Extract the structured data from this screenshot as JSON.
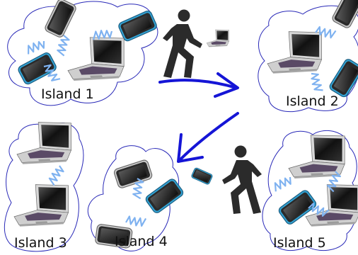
{
  "islands": [
    {
      "label": "Island 1"
    },
    {
      "label": "Island 2"
    },
    {
      "label": "Island 3"
    },
    {
      "label": "Island 4"
    },
    {
      "label": "Island 5"
    }
  ],
  "colors": {
    "island_outline": "#2a2ab8",
    "arrow": "#1515d6",
    "link": "#7fb2f0",
    "person": "#2b2b2b",
    "laptop_body": "#c9c9c9",
    "laptop_screen": "#1f1f1f",
    "phone_blue": "#33a3d4",
    "phone_grey": "#c8c8c8"
  },
  "icons": {
    "device_laptop": "laptop-icon",
    "device_phone": "smartphone-icon",
    "person": "walking-person-icon",
    "link": "wireless-link-icon",
    "arrow": "movement-arrow-icon"
  }
}
